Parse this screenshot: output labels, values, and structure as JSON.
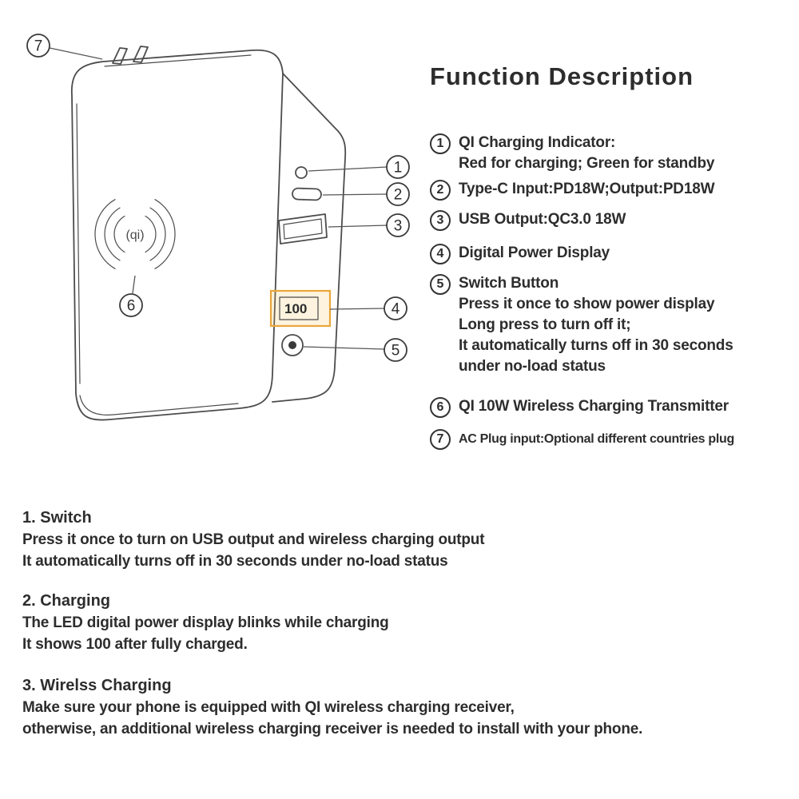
{
  "title": "Function Description",
  "device": {
    "qi_label": "(qi)",
    "display_value": "100",
    "callouts": [
      "1",
      "2",
      "3",
      "4",
      "5",
      "6",
      "7"
    ]
  },
  "function_list": [
    {
      "num": "1",
      "title": "QI Charging Indicator:",
      "lines": [
        "Red for charging; Green for standby"
      ]
    },
    {
      "num": "2",
      "title": "Type-C Input:PD18W;Output:PD18W",
      "lines": []
    },
    {
      "num": "3",
      "title": "USB Output:QC3.0 18W",
      "lines": []
    },
    {
      "num": "4",
      "title": "Digital Power Display",
      "lines": []
    },
    {
      "num": "5",
      "title": "Switch Button",
      "lines": [
        "Press it once to show power display",
        "Long press to turn off it;",
        "It automatically turns off in 30 seconds",
        "under no-load status"
      ]
    },
    {
      "num": "6",
      "title": "QI 10W Wireless Charging Transmitter",
      "lines": []
    },
    {
      "num": "7",
      "title": "AC Plug input:Optional different countries plug",
      "lines": []
    }
  ],
  "notes": [
    {
      "heading": "1. Switch",
      "lines": [
        "Press it once to turn on USB output and wireless charging output",
        "It automatically turns off in 30 seconds under no-load status"
      ]
    },
    {
      "heading": "2. Charging",
      "lines": [
        "The LED digital power display blinks while charging",
        "It shows 100 after fully charged."
      ]
    },
    {
      "heading": "3. Wirelss Charging",
      "lines": [
        "Make sure your phone is equipped with QI wireless charging receiver,",
        "otherwise, an additional wireless charging receiver is needed to install with your phone."
      ]
    }
  ],
  "colors": {
    "text": "#2d2d2d",
    "line": "#4c4c4c",
    "highlight": "#f7c45c",
    "highlight_stroke": "#eaa63b"
  }
}
